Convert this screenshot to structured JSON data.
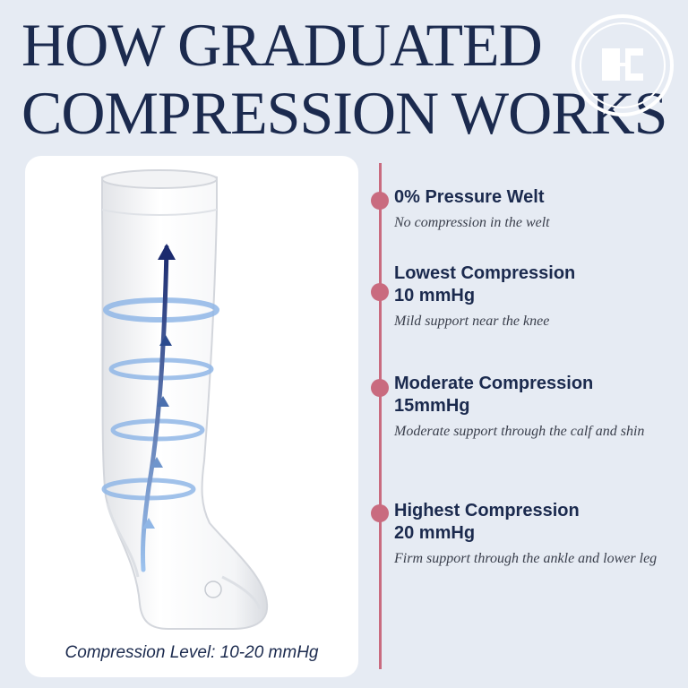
{
  "title": {
    "line1": "HOW GRADUATED",
    "line2": "COMPRESSION WORKS"
  },
  "logo_icon": "brand-monogram-icon",
  "panel": {
    "caption": "Compression Level: 10-20 mmHg"
  },
  "items": [
    {
      "heading": "0% Pressure Welt",
      "subheading": "",
      "description": "No compression in the welt"
    },
    {
      "heading": "Lowest Compression",
      "subheading": "10 mmHg",
      "description": "Mild support near the knee"
    },
    {
      "heading": "Moderate Compression",
      "subheading": "15mmHg",
      "description": "Moderate support through the calf and shin"
    },
    {
      "heading": "Highest Compression",
      "subheading": "20 mmHg",
      "description": "Firm support through the ankle and lower leg"
    }
  ],
  "colors": {
    "background": "#e6ebf3",
    "navy": "#1b2a4e",
    "accent": "#c96b7f",
    "ring": "#8fb6e6"
  }
}
